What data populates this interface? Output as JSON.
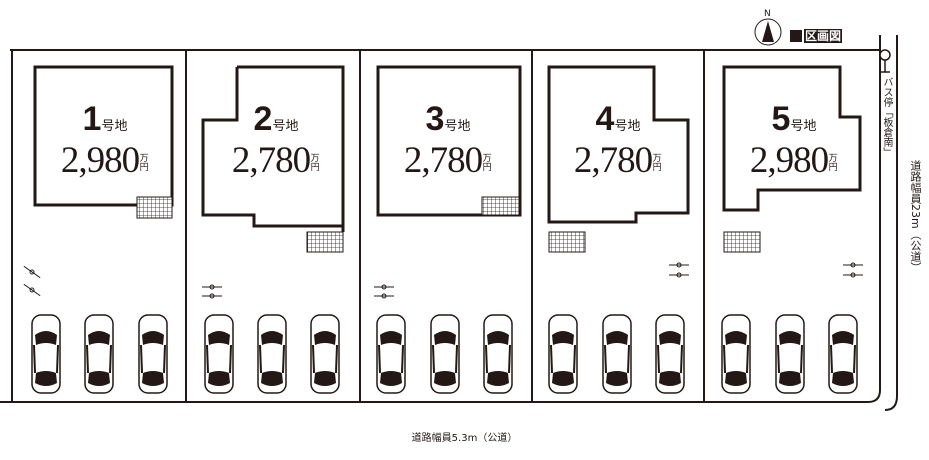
{
  "title": "区画図",
  "north_label": "N",
  "bus_stop": "バス停「板倉南」",
  "road_east": "道路幅員23m（公道）",
  "road_south": "道路幅員5.3m（公道）",
  "unit_top": "万",
  "unit_bottom": "円",
  "lot_suffix": "号地",
  "lots": [
    {
      "number": "1",
      "price": "2,980"
    },
    {
      "number": "2",
      "price": "2,780"
    },
    {
      "number": "3",
      "price": "2,780"
    },
    {
      "number": "4",
      "price": "2,780"
    },
    {
      "number": "5",
      "price": "2,980"
    }
  ],
  "colors": {
    "line": "#231815"
  }
}
